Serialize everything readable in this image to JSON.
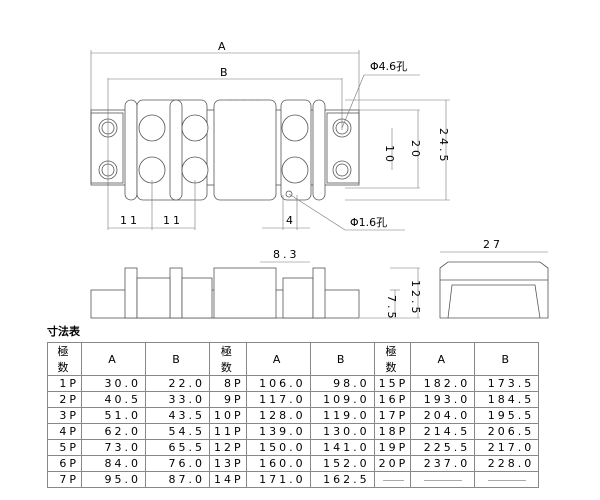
{
  "drawing": {
    "dim_A": "A",
    "dim_B": "B",
    "hole_large": "Φ4.6孔",
    "hole_small": "Φ1.6孔",
    "pitch1": "11",
    "pitch2": "11",
    "offset": "4",
    "h10": "10",
    "h20": "20",
    "h245": "24.5",
    "w83": "8.3",
    "h125": "12.5",
    "h75": "7.5",
    "w27": "27"
  },
  "table": {
    "title": "寸法表",
    "headers": [
      "極数",
      "A",
      "B",
      "極数",
      "A",
      "B",
      "極数",
      "A",
      "B"
    ],
    "rows": [
      [
        "1P",
        "30.0",
        "22.0",
        "8P",
        "106.0",
        "98.0",
        "15P",
        "182.0",
        "173.5"
      ],
      [
        "2P",
        "40.5",
        "33.0",
        "9P",
        "117.0",
        "109.0",
        "16P",
        "193.0",
        "184.5"
      ],
      [
        "3P",
        "51.0",
        "43.5",
        "10P",
        "128.0",
        "119.0",
        "17P",
        "204.0",
        "195.5"
      ],
      [
        "4P",
        "62.0",
        "54.5",
        "11P",
        "139.0",
        "130.0",
        "18P",
        "214.5",
        "206.5"
      ],
      [
        "5P",
        "73.0",
        "65.5",
        "12P",
        "150.0",
        "141.0",
        "19P",
        "225.5",
        "217.0"
      ],
      [
        "6P",
        "84.0",
        "76.0",
        "13P",
        "160.0",
        "152.0",
        "20P",
        "237.0",
        "228.0"
      ],
      [
        "7P",
        "95.0",
        "87.0",
        "14P",
        "171.0",
        "162.5",
        "",
        "",
        ""
      ]
    ]
  }
}
